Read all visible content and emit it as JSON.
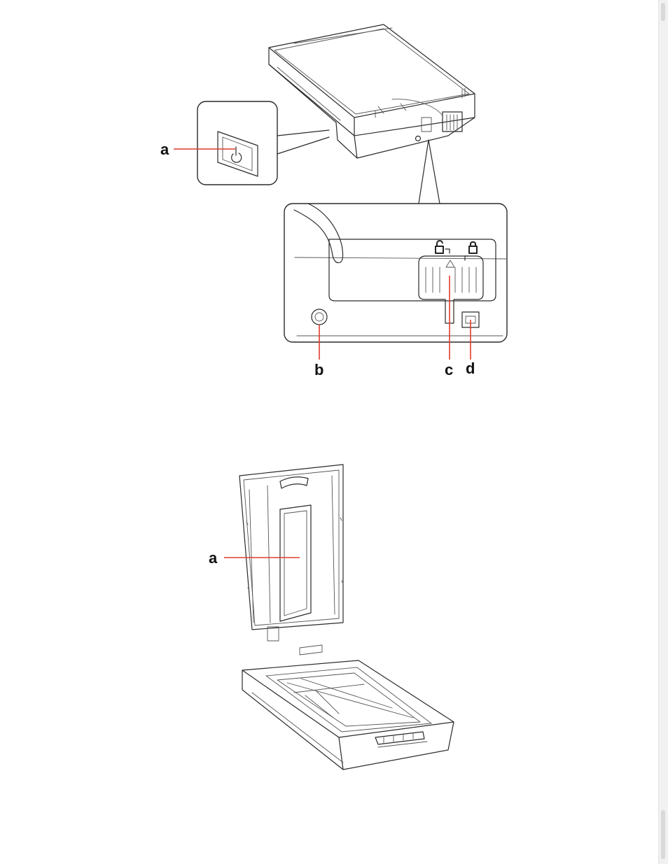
{
  "figure_top": {
    "labels": {
      "a": "a",
      "b": "b",
      "c": "c",
      "d": "d"
    }
  },
  "figure_bottom": {
    "labels": {
      "a": "a"
    }
  },
  "colors": {
    "callout_line": "#e03c31",
    "line_art": "#2a2a2a",
    "scrollbar": "#f1f1f1"
  },
  "icons": {
    "power": "power-icon",
    "lock_open": "unlocked-padlock-icon",
    "lock_closed": "locked-padlock-icon",
    "usb": "usb-b-port-icon",
    "dc_inlet": "dc-inlet-icon"
  }
}
